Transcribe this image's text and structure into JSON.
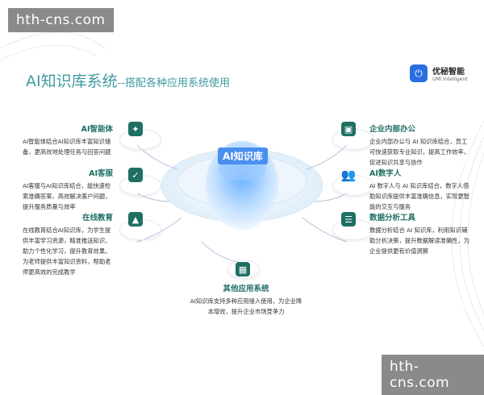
{
  "watermarks": [
    "hth-cns.com",
    "hth-cns.com"
  ],
  "header": {
    "title": "AI知识库系统",
    "subtitle": "--搭配各种应用系统使用"
  },
  "logo": {
    "name": "优秘智能",
    "en": "UMI Intelligent"
  },
  "center": {
    "label": "AI知识库"
  },
  "left_items": [
    {
      "title": "AI智能体",
      "icon": "head-brain-icon",
      "text": "AI智能体结合AI知识库丰富知识储备，更高效地处理任务与回答问题"
    },
    {
      "title": "AI客服",
      "icon": "clipboard-check-icon",
      "text": "AI客服与AI知识库结合，能快速检索准确答案，高效解决客户问题，提升服务质量与效率"
    },
    {
      "title": "在线教育",
      "icon": "graduation-icon",
      "text": "在线教育结合AI知识库，为学生提供丰富学习资源，精准推送知识，助力个性化学习，提升教育效果。为老师提供丰富知识资料，帮助老师更高效的完成教学"
    }
  ],
  "right_items": [
    {
      "title": "企业内部办公",
      "icon": "office-badge-icon",
      "text": "企业内部办公与 AI 知识库结合，员工可快速获取专业知识，提高工作效率，促进知识共享与协作"
    },
    {
      "title": "AI数字人",
      "icon": "users-icon",
      "text": "AI 数字人与 AI 知识库结合，数字人借助知识库提供丰富准确信息，实现更智能的交互与服务"
    },
    {
      "title": "数据分析工具",
      "icon": "report-icon",
      "text": "数据分析结合 AI 知识库，利用知识辅助分析决策，提升数据解读准确性，为企业提供更有价值洞察"
    }
  ],
  "bottom_item": {
    "title": "其他应用系统",
    "icon": "apps-grid-icon",
    "text": "AI知识库支持多种应用接入使用，为企业降本增效，提升企业市场竞争力"
  },
  "colors": {
    "accent": "#1f6f63",
    "title": "#3e9aa0",
    "center": "#4a8ff0"
  }
}
